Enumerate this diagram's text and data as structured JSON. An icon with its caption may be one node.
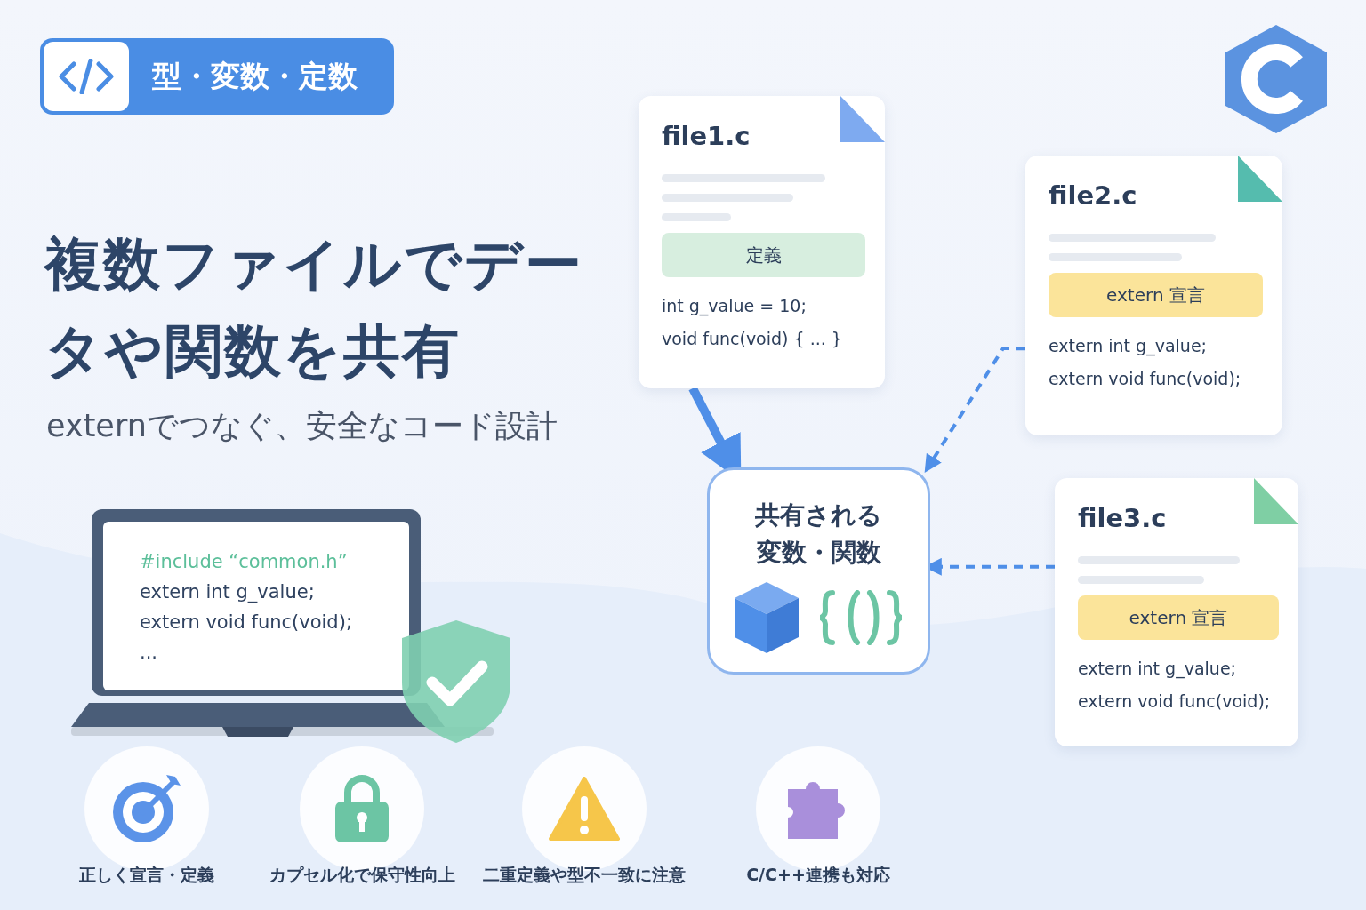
{
  "diagram": {
    "title": "複数ファイルでデータや関数を共有",
    "nodes": [
      {
        "text": [
          "file1.c",
          "定義",
          "int g_value = 10;",
          "void func(void) { ... }"
        ]
      },
      {
        "text": [
          "file2.c",
          "extern 宣言",
          "extern int g_value;",
          "extern void func(void);"
        ]
      },
      {
        "text": [
          "file3.c",
          "extern 宣言",
          "extern int g_value;",
          "extern void func(void);"
        ]
      },
      {
        "text": [
          "共有される変数・関数"
        ]
      }
    ],
    "edges": [
      {
        "from": 0,
        "to": 3,
        "arrow": "to",
        "style": "thick"
      },
      {
        "from": 1,
        "to": 3,
        "arrow": "to",
        "style": "dashed"
      },
      {
        "from": 2,
        "to": 3,
        "arrow": "to",
        "style": "dashed"
      }
    ],
    "labels": [
      "型・変数・定数",
      "externでつなぐ、安全なコード設計",
      "#include “common.h”",
      "extern int g_value;",
      "extern void func(void);",
      "...",
      "正しく宣言・定義",
      "カプセル化で保守性向上",
      "二重定義や型不一致に注意",
      "C/C++連携も対応"
    ]
  }
}
